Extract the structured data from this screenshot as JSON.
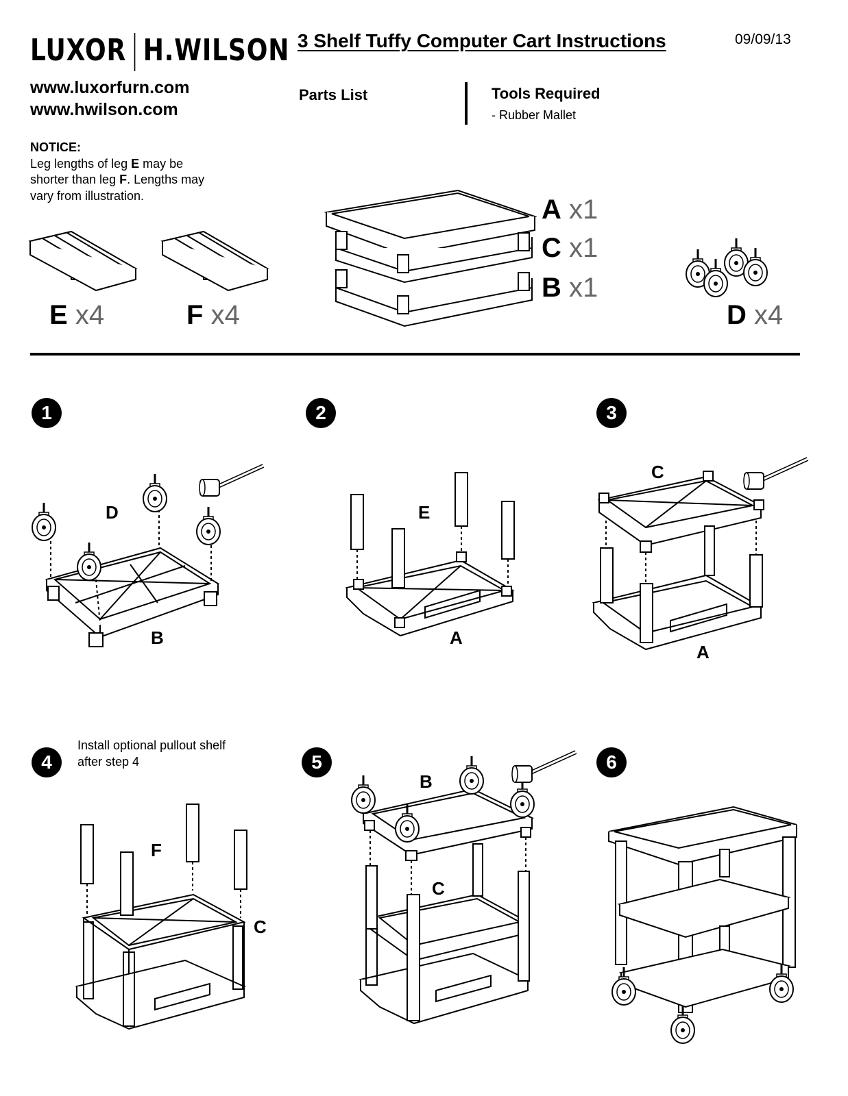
{
  "header": {
    "brand_left": "LUXOR",
    "brand_right": "H.WILSON",
    "website_1": "www.luxorfurn.com",
    "website_2": "www.hwilson.com",
    "title": "3 Shelf Tuffy Computer Cart Instructions",
    "date": "09/09/13"
  },
  "parts_list": {
    "heading": "Parts List"
  },
  "tools": {
    "heading": "Tools Required",
    "items": [
      "-  Rubber Mallet"
    ]
  },
  "notice": {
    "heading": "NOTICE:",
    "text_1": "Leg lengths of leg ",
    "leg_e": "E",
    "text_2": " may be shorter than leg ",
    "leg_f": "F",
    "text_3": ". Lengths may vary from illustration."
  },
  "parts": [
    {
      "letter": "A",
      "qty": "x1"
    },
    {
      "letter": "C",
      "qty": "x1"
    },
    {
      "letter": "B",
      "qty": "x1"
    },
    {
      "letter": "E",
      "qty": "x4"
    },
    {
      "letter": "F",
      "qty": "x4"
    },
    {
      "letter": "D",
      "qty": "x4"
    }
  ],
  "steps": [
    {
      "number": "1",
      "labels": [
        "D",
        "B"
      ]
    },
    {
      "number": "2",
      "labels": [
        "E",
        "A"
      ]
    },
    {
      "number": "3",
      "labels": [
        "C",
        "A"
      ]
    },
    {
      "number": "4",
      "note": "Install optional pullout shelf after step 4",
      "labels": [
        "F",
        "C"
      ]
    },
    {
      "number": "5",
      "labels": [
        "B",
        "C"
      ]
    },
    {
      "number": "6"
    }
  ]
}
